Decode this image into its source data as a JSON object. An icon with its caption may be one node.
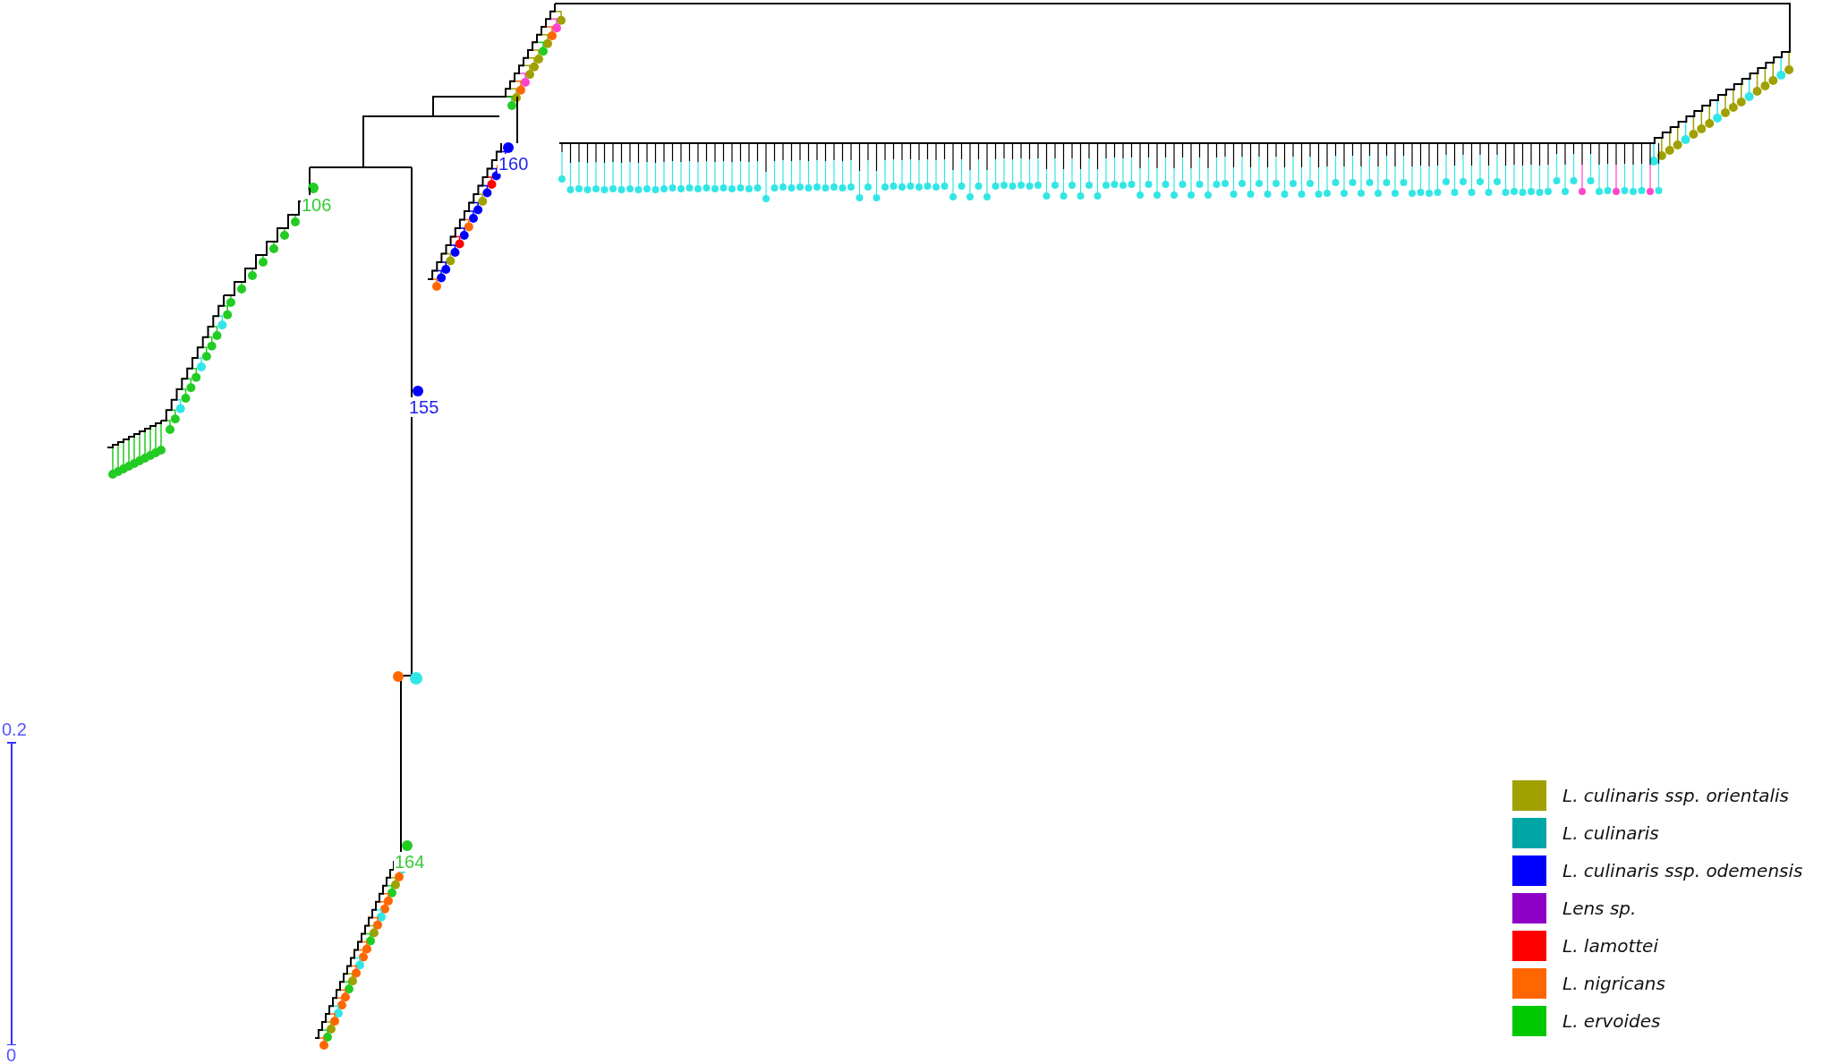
{
  "diagram": {
    "labels": [
      "106",
      "160",
      "155",
      "164",
      "0.2",
      "0"
    ],
    "legend": [
      {
        "text": "L. culinaris ssp. orientalis",
        "color": "#a0a000"
      },
      {
        "text": "L. culinaris",
        "color": "#00a6a6"
      },
      {
        "text": "L. culinaris ssp. odemensis",
        "color": "#0000ff"
      },
      {
        "text": "Lens sp.",
        "color": "#8e00c6"
      },
      {
        "text": "L. lamottei",
        "color": "#ff0000"
      },
      {
        "text": "L. nigricans",
        "color": "#ff6600"
      },
      {
        "text": "L. ervoides",
        "color": "#00c800"
      }
    ]
  }
}
